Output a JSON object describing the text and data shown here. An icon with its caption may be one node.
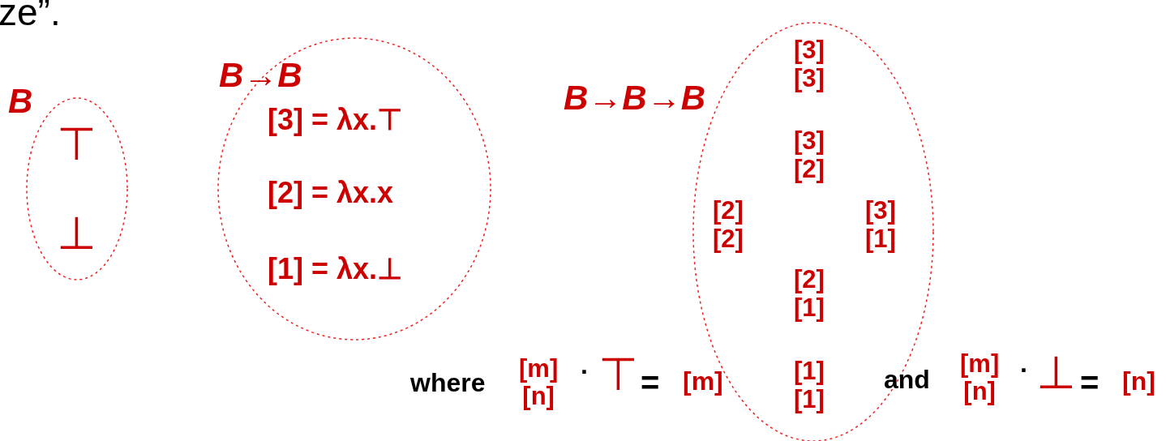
{
  "diagram": {
    "nodes": [
      {
        "text": [
          "B",
          "⊤",
          "⊥"
        ]
      },
      {
        "text": [
          "B→B",
          "[3] = λx.⊤",
          "[2] = λx.x",
          "[1] = λx.⊥"
        ]
      },
      {
        "text": [
          "B→B→B",
          "[3] [3]",
          "[3] [2]",
          "[2] [2]",
          "[3] [1]",
          "[2] [1]",
          "[1] [1]"
        ]
      }
    ],
    "labels": [
      "ze”.",
      "where",
      "[m] [n]",
      "·",
      "⊤",
      "=",
      "[m]",
      "and",
      "[m] [n]",
      "·",
      "⊥",
      "=",
      "[n]"
    ]
  }
}
